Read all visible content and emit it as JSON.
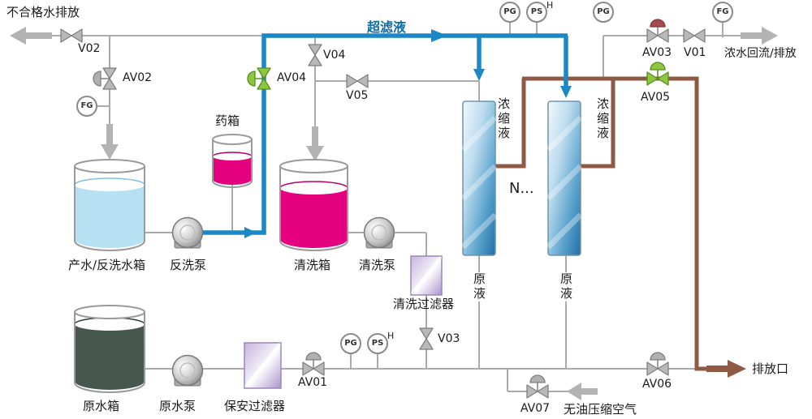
{
  "diagram_labels": {
    "unqualified_water": "不合格水排放",
    "ultrafiltrate": "超滤液",
    "chemical_tank": "药箱",
    "product_backwash_tank": "产水/反洗水箱",
    "backwash_pump": "反洗泵",
    "cleaning_tank": "清洗箱",
    "cleaning_pump": "清洗泵",
    "cleaning_filter": "清洗过滤器",
    "raw_water_tank": "原水箱",
    "raw_water_pump": "原水泵",
    "security_filter": "保安过滤器",
    "membrane_n": "N...",
    "concentrate": "浓缩液",
    "feed": "原液",
    "concentrate_return": "浓水回流/排放",
    "discharge_outlet": "排放口",
    "oil_free_air": "无油压缩空气"
  },
  "valves": {
    "v01": "V01",
    "v02": "V02",
    "v03": "V03",
    "v04": "V04",
    "v05": "V05",
    "av01": "AV01",
    "av02": "AV02",
    "av03": "AV03",
    "av04": "AV04",
    "av05": "AV05",
    "av06": "AV06",
    "av07": "AV07"
  },
  "gauges": {
    "pg": "PG",
    "ps": "PS",
    "fg": "FG",
    "high_mark": "H"
  },
  "colors": {
    "ultrafiltrate_blue": "#1b87c6",
    "concentrate_brown": "#8e5a44",
    "cleaning_magenta": "#e5007d",
    "product_water_blue": "#b5e1f2",
    "raw_water_green": "#46584d",
    "actuated_valve_green": "#8dc63f",
    "actuator_red": "#a64b4b",
    "line_gray": "#ababab"
  }
}
